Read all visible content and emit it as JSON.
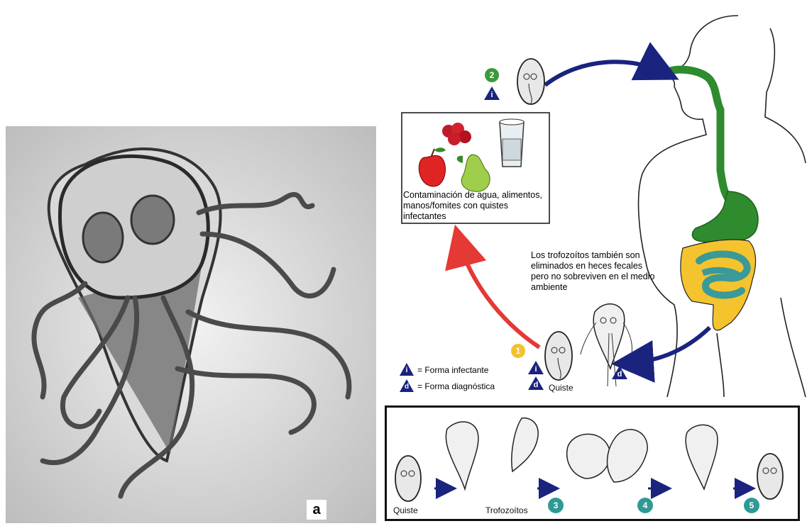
{
  "panel_a": {
    "letter": "a"
  },
  "lifecycle": {
    "contamination_text": "Contaminación de agua, alimentos, manos/fomites con quistes infectantes",
    "trophozoite_note": "Los trofozoítos también son eliminados en heces fecales pero no sobreviven en el medio ambiente",
    "cyst_label": "Quiste",
    "legend": {
      "infective_symbol": "i",
      "infective_text": "= Forma infectante",
      "diagnostic_symbol": "d",
      "diagnostic_text": "= Forma diagnóstica"
    },
    "steps": [
      {
        "number": "1",
        "color": "#f2c22e"
      },
      {
        "number": "2",
        "color": "#3b9a3b"
      }
    ]
  },
  "bottom_panel": {
    "cyst_label": "Quiste",
    "trophozoites_label": "Trofozoítos",
    "steps": [
      {
        "number": "3",
        "color": "#2f9a95"
      },
      {
        "number": "4",
        "color": "#2f9a95"
      },
      {
        "number": "5",
        "color": "#2f9a95"
      }
    ]
  },
  "colors": {
    "arrow_blue": "#1a237e",
    "arrow_red": "#e53935",
    "digestive_green": "#2e8b2e",
    "intestine_teal": "#3a9a98",
    "colon_yellow": "#f5c32e",
    "icon_triangle": "#1a237e"
  }
}
